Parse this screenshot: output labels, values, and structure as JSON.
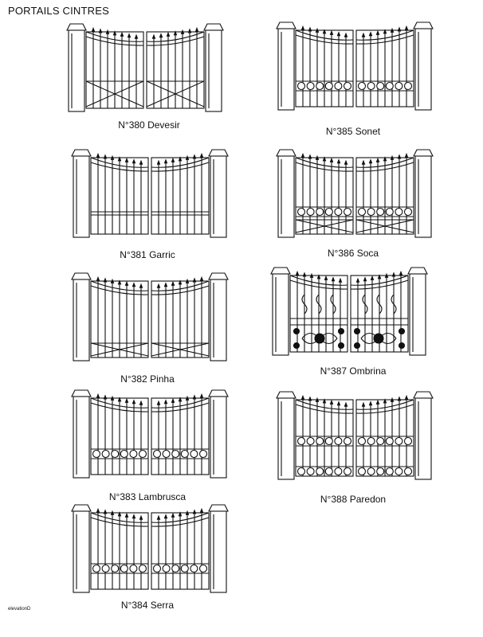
{
  "page": {
    "title": "PORTAILS CINTRES",
    "footer_note": "elevationD"
  },
  "gates": [
    {
      "number": "N°380",
      "name": "Devesir",
      "style": "cross-rail"
    },
    {
      "number": "N°381",
      "name": "Garric",
      "style": "lower-bars"
    },
    {
      "number": "N°382",
      "name": "Pinha",
      "style": "cross-only"
    },
    {
      "number": "N°383",
      "name": "Lambrusca",
      "style": "circles-band"
    },
    {
      "number": "N°384",
      "name": "Serra",
      "style": "circles-band"
    },
    {
      "number": "N°385",
      "name": "Sonet",
      "style": "circles-band"
    },
    {
      "number": "N°386",
      "name": "Soca",
      "style": "circles-cross"
    },
    {
      "number": "N°387",
      "name": "Ombrina",
      "style": "ornate"
    },
    {
      "number": "N°388",
      "name": "Paredon",
      "style": "double-band"
    }
  ]
}
